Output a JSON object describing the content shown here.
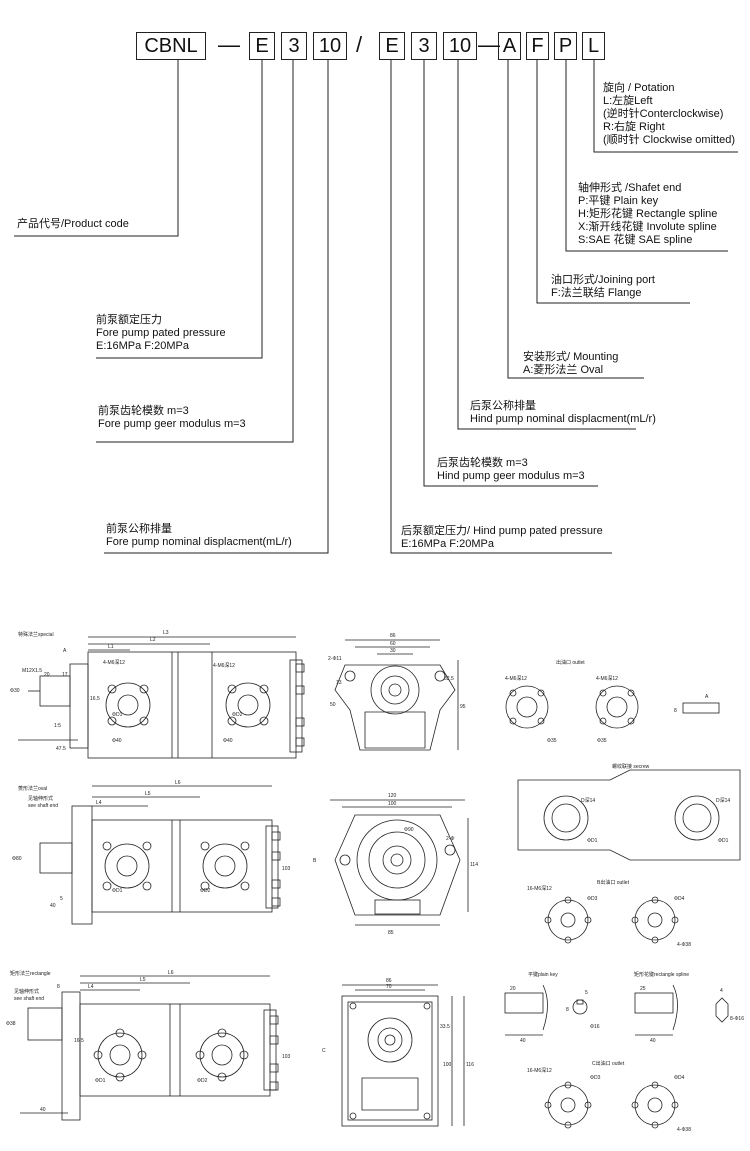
{
  "code": {
    "boxes": [
      "CBNL",
      "E",
      "3",
      "10",
      "E",
      "3",
      "10",
      "A",
      "F",
      "P",
      "L"
    ],
    "separators": [
      "—",
      "/",
      "—"
    ]
  },
  "labels": {
    "rotation": [
      "旋向 / Potation",
      "L:左旋Left",
      "(逆时针Conterclockwise)",
      "R:右旋 Right",
      "(顺时针 Clockwise omitted)"
    ],
    "shaft": [
      "轴伸形式 /Shafet  end",
      "P:平键   Plain key",
      "H:矩形花键   Rectangle spline",
      "X:渐开线花键   Involute  spline",
      "S:SAE 花键  SAE spline"
    ],
    "port": [
      "油口形式/Joining port",
      "F:法兰联结 Flange"
    ],
    "mounting": [
      "安装形式/  Mounting",
      "A:菱形法兰  Oval"
    ],
    "hind_disp": [
      "后泵公称排量",
      "Hind pump nominal displacment(mL/r)"
    ],
    "hind_mod": [
      "后泵齿轮模数  m=3",
      "Hind pump geer modulus  m=3"
    ],
    "hind_press": [
      "后泵额定压力/  Hind pump pated pressure",
      "E:16MPa           F:20MPa"
    ],
    "product": [
      "产品代号/Product code"
    ],
    "fore_press": [
      "前泵额定压力",
      "Fore pump pated pressure",
      "E:16MPa      F:20MPa"
    ],
    "fore_mod": [
      "前泵齿轮模数  m=3",
      "Fore pump geer modulus  m=3"
    ],
    "fore_disp": [
      "前泵公称排量",
      "Fore pump nominal displacment(mL/r)"
    ]
  },
  "drawings": {
    "special": {
      "title": "特殊法兰special",
      "L1": "L1",
      "L2": "L2",
      "L3": "L3",
      "bolt1": "4-M6深12",
      "bolt2": "4-M6深12",
      "d1": "Φ40",
      "d2": "Φ40",
      "o1": "ΦD1",
      "o2": "ΦD2",
      "len": "47.5",
      "taper": "1:5",
      "a": "A",
      "thread": "M12X1.5",
      "k17": "17",
      "k20": "20",
      "shaft_d": "Φ30",
      "h165": "16.5"
    },
    "special_front": {
      "w86": "86",
      "w60": "60",
      "w30": "30",
      "h50": "50",
      "h95": "95",
      "h13": "13",
      "h325": "32.5",
      "holes": "2-Φ11"
    },
    "outlet": {
      "title": "出油口 outlet",
      "b1": "4-M6深12",
      "b2": "4-M6深12",
      "d1": "Φ35",
      "d2": "Φ35",
      "a": "A",
      "k": "8"
    },
    "oval": {
      "title": "菱形法兰oval",
      "see": "见轴伸形式",
      "see_en": "see shaft end",
      "L4": "L4",
      "L5": "L5",
      "L6": "L6",
      "n40": "40",
      "n5": "5",
      "shaft": "Φ80",
      "h103": "103",
      "o1": "ΦD1",
      "o2": "ΦD2"
    },
    "oval_front": {
      "w120": "120",
      "w100": "100",
      "d90": "Φ90",
      "w85": "85",
      "h114": "114",
      "n2": "2-Φ",
      "b": "B"
    },
    "screw": {
      "title": "螺纹联接 secrew",
      "d3": "D深14",
      "d4": "D深14",
      "o1": "ΦD1",
      "o2": "ΦD1"
    },
    "b_outlet": {
      "title": "B出油口 outlet",
      "bolt": "16-M6深12",
      "d3": "ΦD3",
      "d4": "ΦD4",
      "d38": "4-Φ38"
    },
    "rect": {
      "title": "矩形法兰rectangle",
      "see": "见轴伸形式",
      "see_en": "see shaft end",
      "L4": "L4",
      "L5": "L5",
      "L6": "L6",
      "n40": "40",
      "shaft": "Φ38",
      "h165": "16.5",
      "h103": "103",
      "o1": "ΦD1",
      "o2": "ΦD2",
      "n8": "8"
    },
    "rect_front": {
      "w86": "86",
      "w70": "70",
      "h335": "33.5",
      "h100": "100",
      "h116": "116",
      "c": "C"
    },
    "plain_key": {
      "title": "平键plain key",
      "n20": "20",
      "n40": "40",
      "n5": "5",
      "n8": "8",
      "tol": "Φ16"
    },
    "rect_spline": {
      "title": "矩形花键rectangle spline",
      "n25": "25",
      "n40": "40",
      "n4": "4",
      "spec": "8-Φ16"
    },
    "c_outlet": {
      "title": "C出油口 outlet",
      "bolt": "16-M6深12",
      "d3": "ΦD3",
      "d4": "ΦD4",
      "d38": "4-Φ38"
    }
  }
}
